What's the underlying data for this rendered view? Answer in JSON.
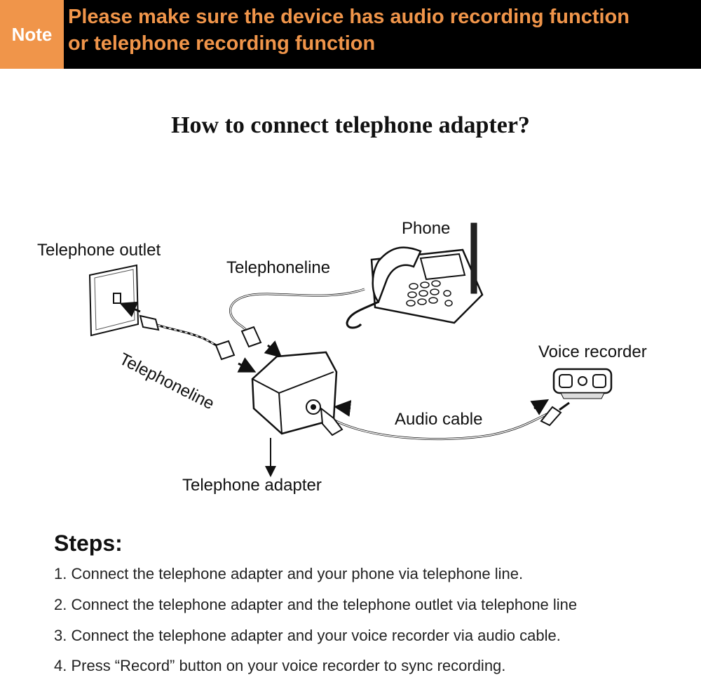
{
  "note": {
    "tag": "Note",
    "line1": "Please make sure the device has audio recording function",
    "line2": "or telephone recording function"
  },
  "title": "How to connect telephone adapter?",
  "diagram": {
    "labels": {
      "phone": "Phone",
      "telephone_outlet": "Telephone outlet",
      "telephoneline_top": "Telephoneline",
      "telephoneline_left": "Telephoneline",
      "voice_recorder": "Voice recorder",
      "audio_cable": "Audio cable",
      "telephone_adapter": "Telephone adapter"
    }
  },
  "steps": {
    "heading": "Steps:",
    "items": [
      "1. Connect the telephone adapter and your phone via telephone line.",
      "2. Connect the telephone adapter and the telephone outlet via telephone line",
      "3. Connect the telephone adapter and your voice recorder via audio cable.",
      "4. Press “Record” button on your voice recorder to sync recording."
    ]
  },
  "colors": {
    "banner_bg": "#000000",
    "note_accent": "#f0954a"
  }
}
